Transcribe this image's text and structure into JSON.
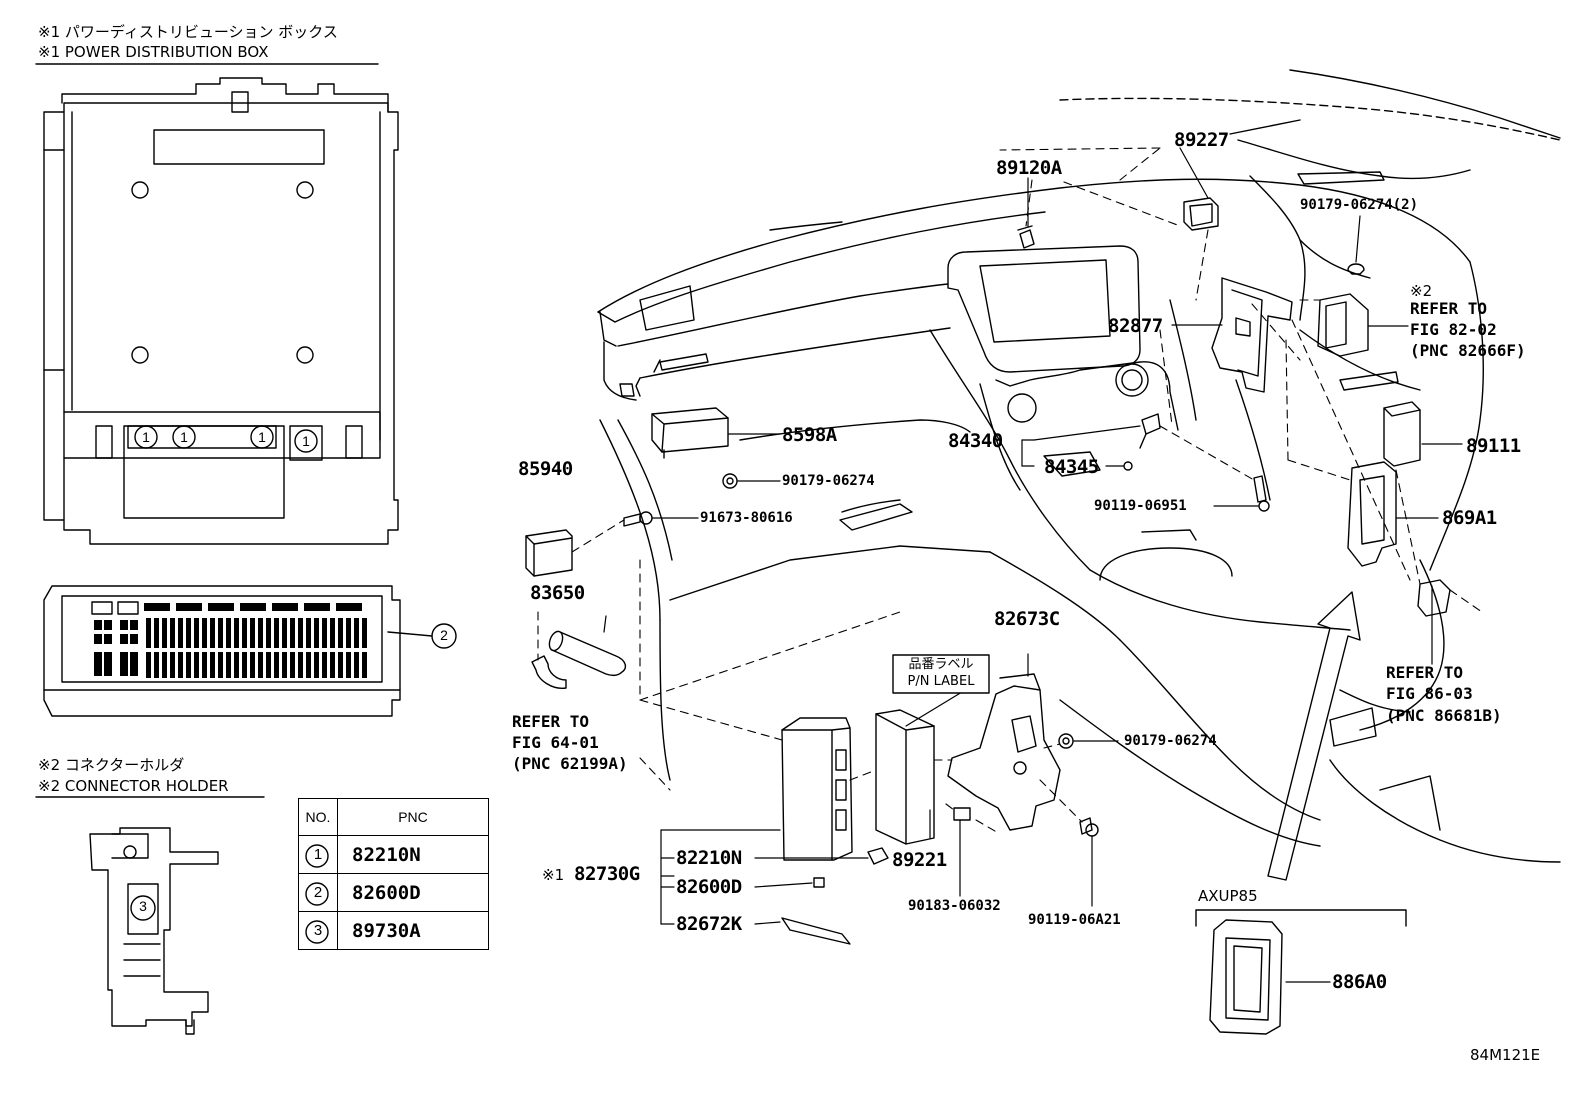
{
  "headers": {
    "pdb_jp": "※1 パワーディストリビューション ボックス",
    "pdb_en": "※1 POWER DISTRIBUTION BOX",
    "holder_jp": "※2 コネクターホルダ",
    "holder_en": "※2 CONNECTOR HOLDER"
  },
  "callout_numbers": [
    "1",
    "2",
    "3"
  ],
  "parts": {
    "p89227": "89227",
    "p89120A": "89120A",
    "p90179_2": "90179-06274(2)",
    "p82877": "82877",
    "p8598A": "8598A",
    "p84340": "84340",
    "p84345": "84345",
    "p89111": "89111",
    "p85940": "85940",
    "p90179_a": "90179-06274",
    "p91673": "91673-80616",
    "p90119_951": "90119-06951",
    "p869A1": "869A1",
    "p83650": "83650",
    "p82673C": "82673C",
    "p90179_b": "90179-06274",
    "p89221": "89221",
    "p82730G": "82730G",
    "p82730G_mark": "※1",
    "p82210N": "82210N",
    "p82600D": "82600D",
    "p82672K": "82672K",
    "p90183": "90183-06032",
    "p90119_A21": "90119-06A21",
    "p886A0": "886A0",
    "axup85": "AXUP85"
  },
  "refs": {
    "ref_82_mark": "※2",
    "ref_82_l1": "REFER TO",
    "ref_82_l2": "FIG 82-02",
    "ref_82_l3": "(PNC 82666F)",
    "ref_86_l1": "REFER TO",
    "ref_86_l2": "FIG 86-03",
    "ref_86_l3": "(PNC 86681B)",
    "ref_64_l1": "REFER TO",
    "ref_64_l2": "FIG 64-01",
    "ref_64_l3": "(PNC 62199A)"
  },
  "pn_label": {
    "jp": "品番ラベル",
    "en": "P/N LABEL"
  },
  "table": {
    "col_no": "NO.",
    "col_pnc": "PNC",
    "rows": [
      {
        "no": "1",
        "pnc": "82210N"
      },
      {
        "no": "2",
        "pnc": "82600D"
      },
      {
        "no": "3",
        "pnc": "89730A"
      }
    ]
  },
  "figure_code": "84M121E"
}
